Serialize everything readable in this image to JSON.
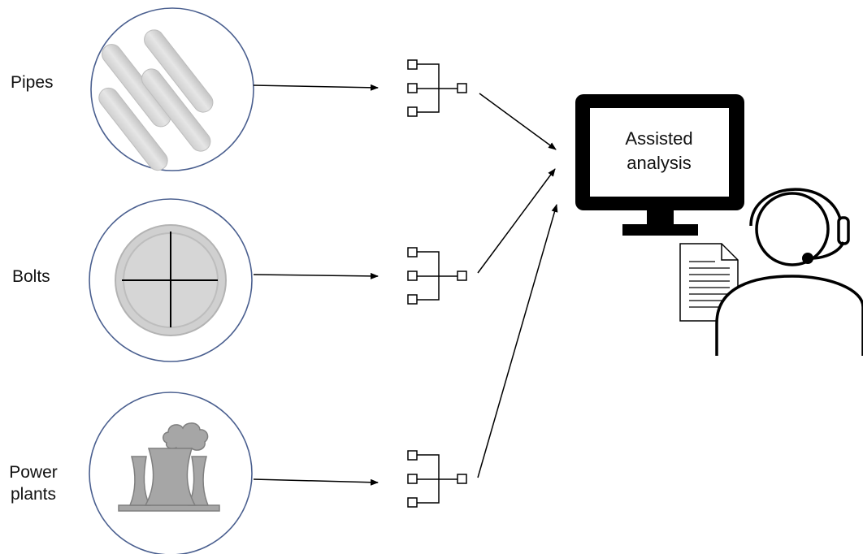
{
  "sources": [
    {
      "id": "pipes",
      "label": "Pipes",
      "icon": "pipes-icon"
    },
    {
      "id": "bolts",
      "label": "Bolts",
      "icon": "bolt-icon"
    },
    {
      "id": "power-plants",
      "label_lines": [
        "Power",
        "plants"
      ],
      "icon": "power-plant-icon"
    }
  ],
  "monitor": {
    "lines": [
      "Assisted",
      "analysis"
    ]
  },
  "colors": {
    "circle_stroke": "#4a5f8f",
    "icon_fill": "#d9d9d9",
    "icon_stroke": "#b5b5b5",
    "plant_fill": "#a6a6a6",
    "plant_stroke": "#7f7f7f",
    "line": "#000000"
  },
  "icons": [
    "pipes-icon",
    "bolt-icon",
    "power-plant-icon",
    "hierarchy-icon",
    "monitor-icon",
    "document-icon",
    "operator-headset-icon"
  ]
}
